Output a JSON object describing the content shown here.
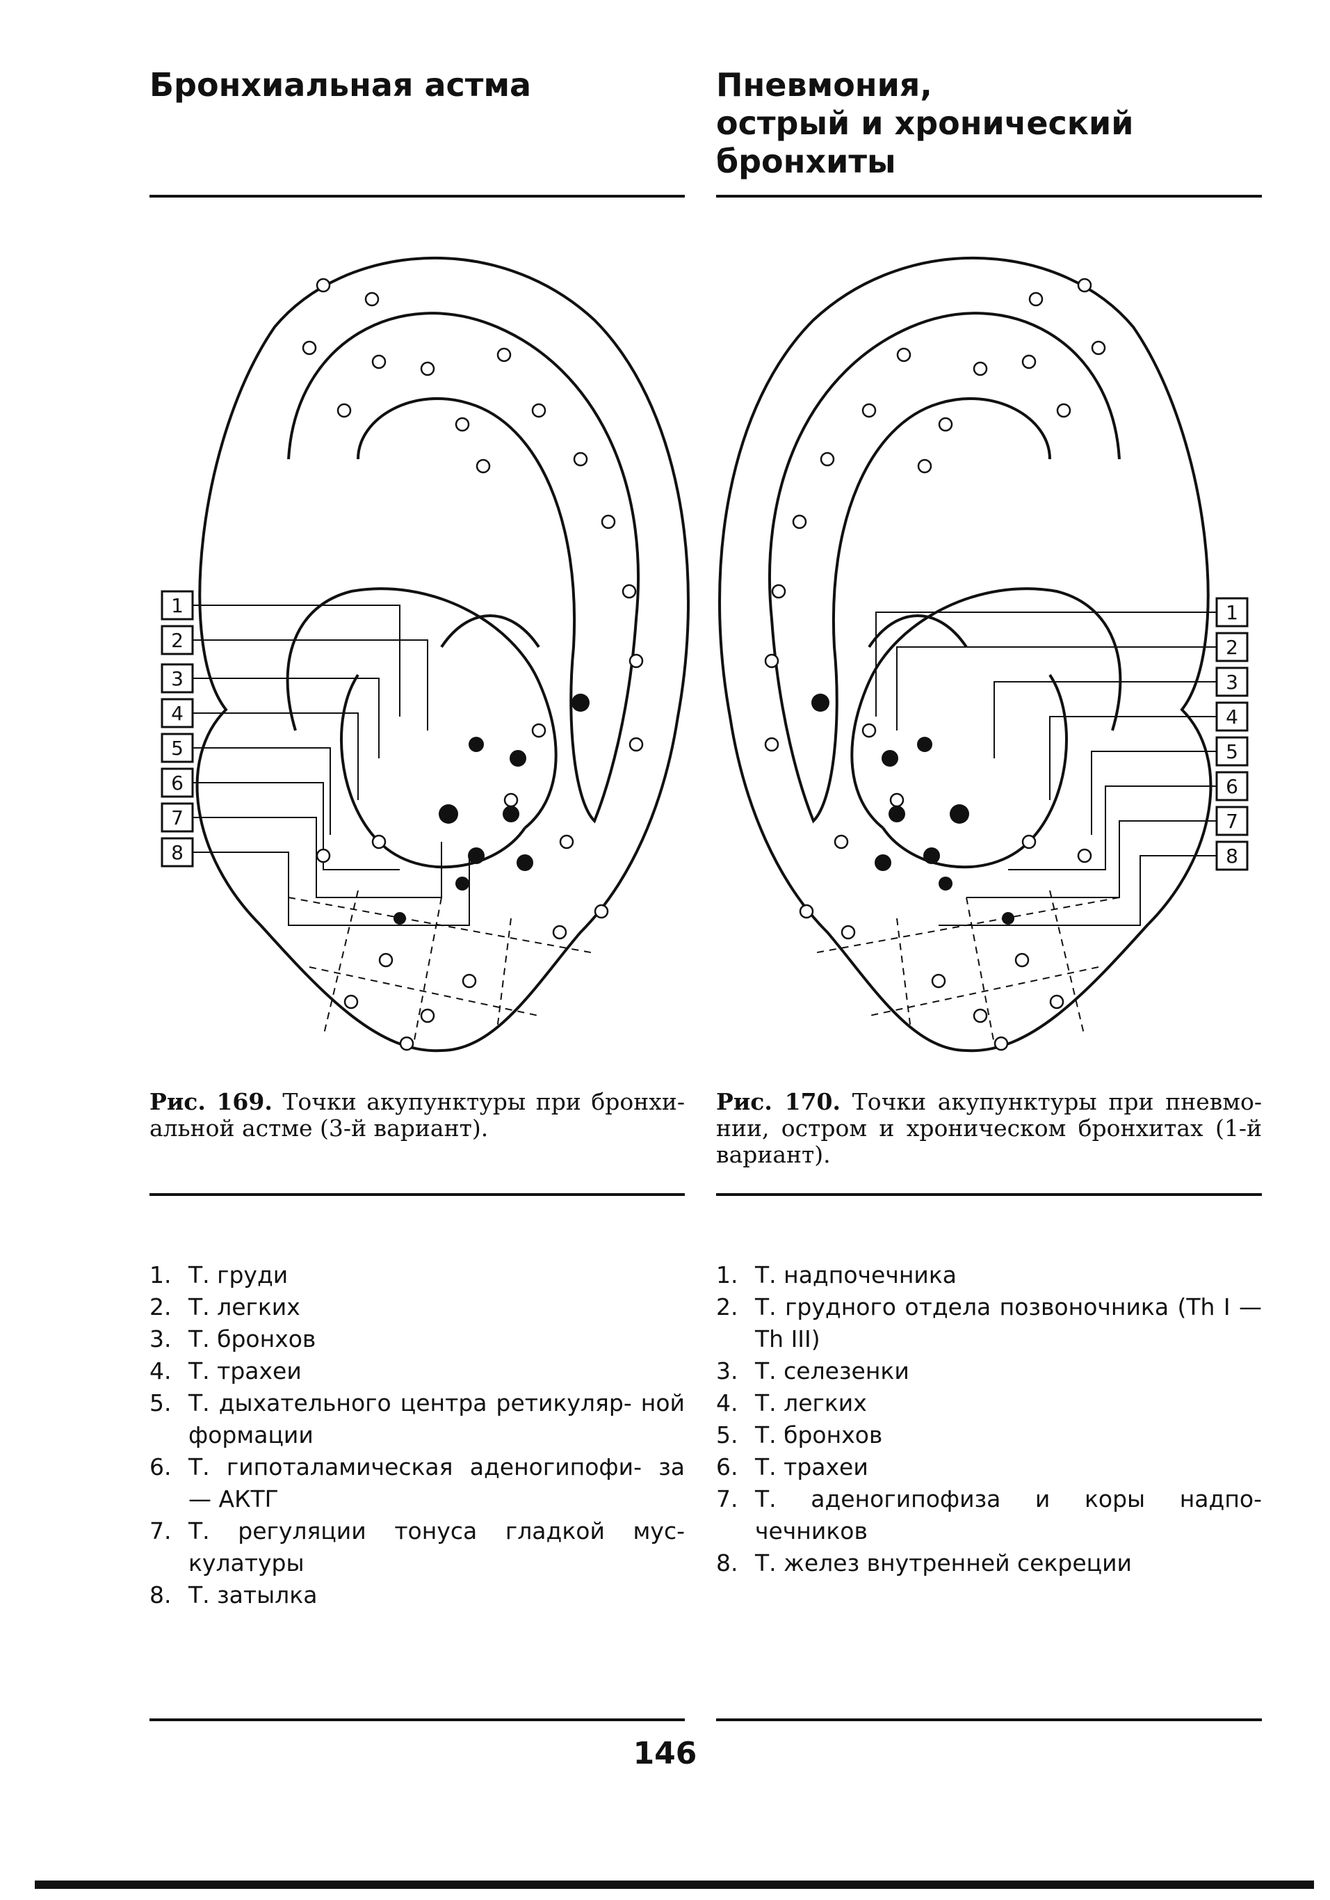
{
  "left": {
    "heading": [
      "Бронхиальная астма"
    ],
    "caption_num": "Рис. 169.",
    "caption_text": " Точки акупунктуры при бронхи- альной астме (3-й вариант).",
    "legend": [
      {
        "num": "1.",
        "text": "Т. груди"
      },
      {
        "num": "2.",
        "text": "Т. легких"
      },
      {
        "num": "3.",
        "text": "Т. бронхов"
      },
      {
        "num": "4.",
        "text": "Т. трахеи"
      },
      {
        "num": "5.",
        "text": "Т. дыхательного центра ретикуляр- ной формации"
      },
      {
        "num": "6.",
        "text": "Т. гипоталамическая аденогипофи- за — АКТГ"
      },
      {
        "num": "7.",
        "text": "Т. регуляции тонуса гладкой мус- кулатуры"
      },
      {
        "num": "8.",
        "text": "Т. затылка"
      }
    ],
    "box_labels": [
      "1",
      "2",
      "3",
      "4",
      "5",
      "6",
      "7",
      "8"
    ]
  },
  "right": {
    "heading": [
      "Пневмония,",
      "острый и хронический",
      "бронхиты"
    ],
    "caption_num": "Рис. 170.",
    "caption_text": " Точки акупунктуры при пневмо- нии, остром и хроническом бронхитах (1-й вариант).",
    "legend": [
      {
        "num": "1.",
        "text": "Т. надпочечника"
      },
      {
        "num": "2.",
        "text": "Т. грудного отдела позвоночника (Th I — Th III)"
      },
      {
        "num": "3.",
        "text": "Т. селезенки"
      },
      {
        "num": "4.",
        "text": "Т. легких"
      },
      {
        "num": "5.",
        "text": "Т. бронхов"
      },
      {
        "num": "6.",
        "text": "Т. трахеи"
      },
      {
        "num": "7.",
        "text": "Т. аденогипофиза и коры надпо- чечников"
      },
      {
        "num": "8.",
        "text": "Т. желез внутренней секреции"
      }
    ],
    "box_labels": [
      "1",
      "2",
      "3",
      "4",
      "5",
      "6",
      "7",
      "8"
    ]
  },
  "page_number": "146"
}
